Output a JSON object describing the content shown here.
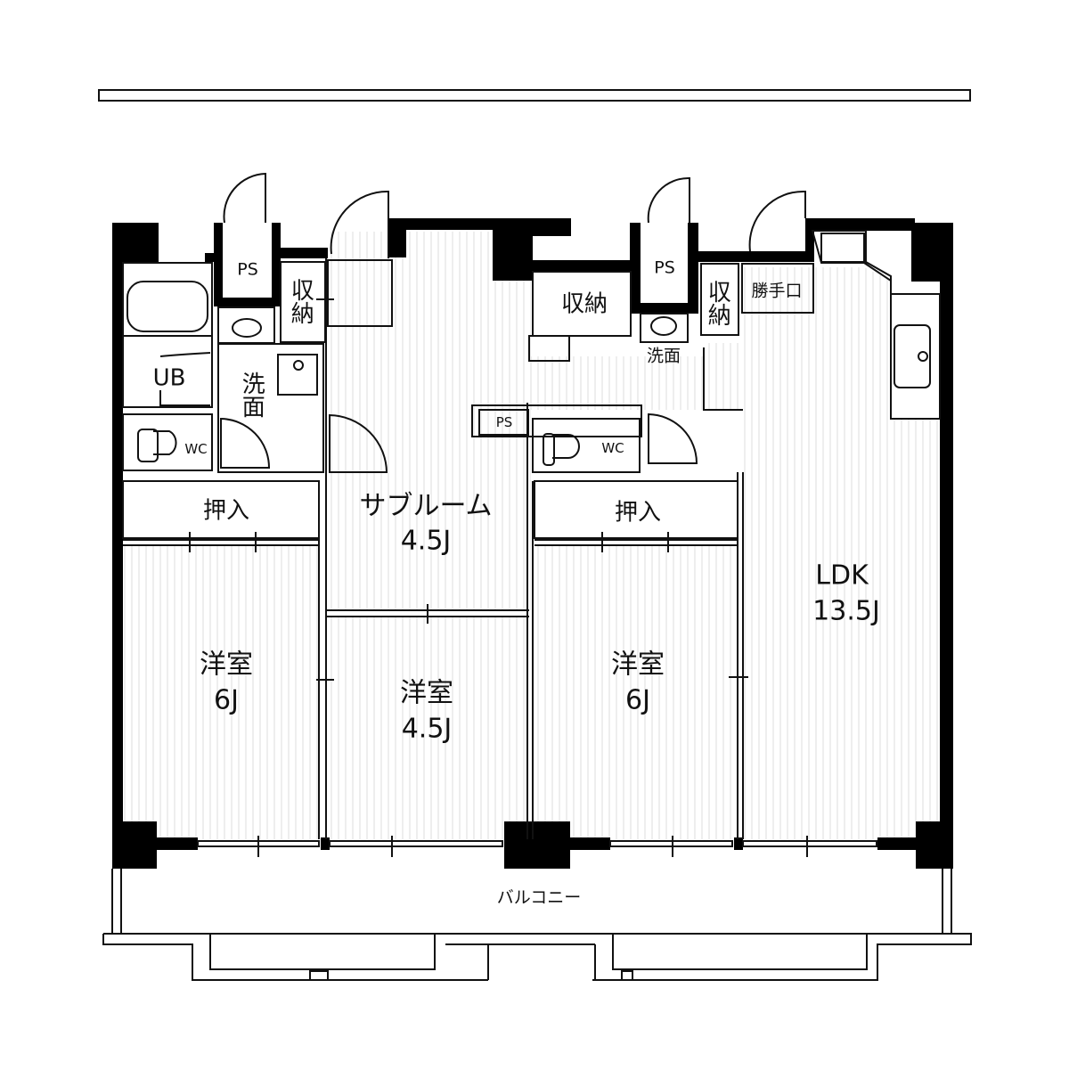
{
  "plan": {
    "colors": {
      "wall": "#000000",
      "line": "#111111",
      "floor_stripe": "#dcdcdc",
      "background": "#ffffff"
    },
    "rooms": {
      "western_left": {
        "name": "洋室",
        "size": "6J"
      },
      "western_center": {
        "name": "洋室",
        "size": "4.5J"
      },
      "western_right": {
        "name": "洋室",
        "size": "6J"
      },
      "subroom": {
        "name": "サブルーム",
        "size": "4.5J"
      },
      "ldk": {
        "name": "LDK",
        "size": "13.5J"
      }
    },
    "fixtures": {
      "ps_left": "PS",
      "ps_right": "PS",
      "ps_small": "PS",
      "storage_left": "収納",
      "storage_center": "収納",
      "storage_right": "収納",
      "service_door": "勝手口",
      "unit_bath": "UB",
      "washroom_left": "洗面",
      "washroom_right": "洗面",
      "wc_left": "WC",
      "wc_right": "WC",
      "closet_left": "押入",
      "closet_right": "押入",
      "balcony": "バルコニー"
    }
  }
}
